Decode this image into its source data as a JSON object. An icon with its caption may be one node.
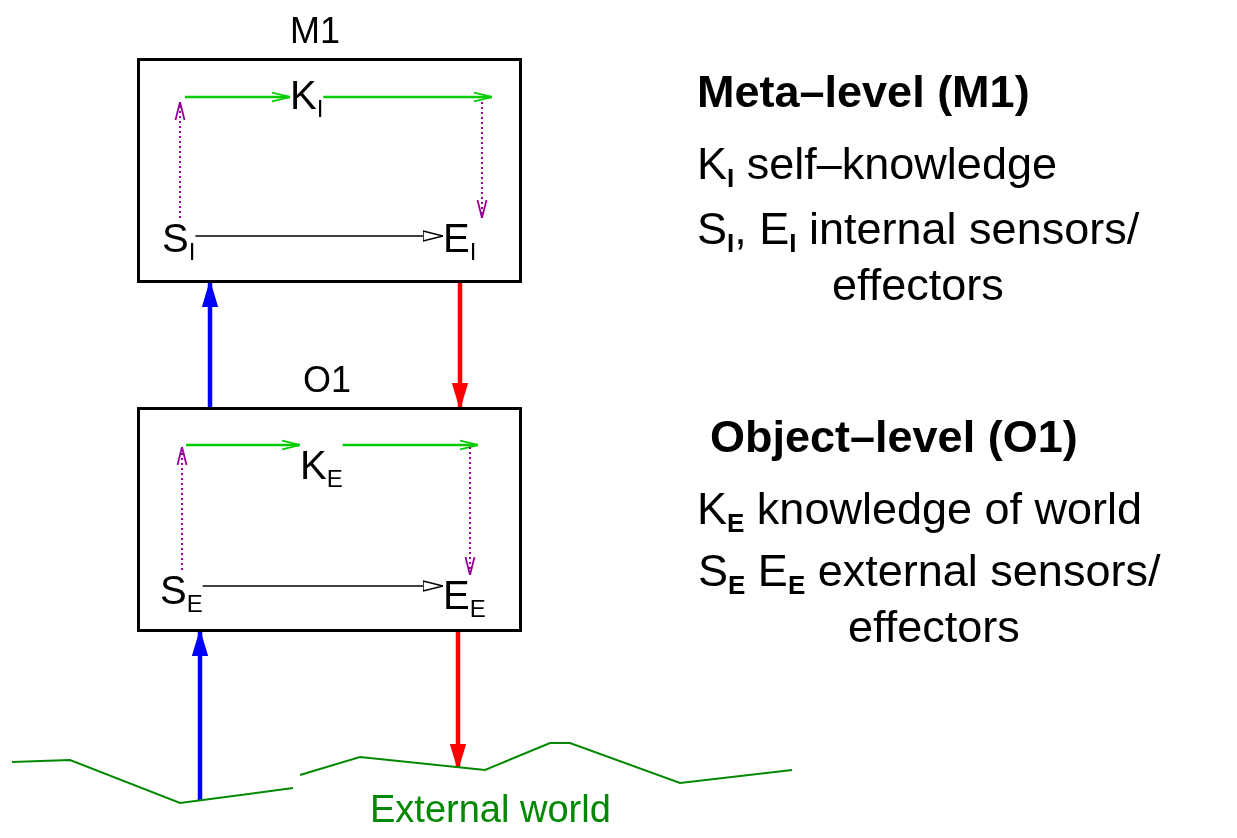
{
  "diagram": {
    "nodes": [
      {
        "text": [
          "M1"
        ]
      },
      {
        "text": [
          "K$_{I}$"
        ],
        "in": 0
      },
      {
        "text": [
          "S$_{I}$"
        ],
        "in": 0
      },
      {
        "text": [
          "E$_{I}$"
        ],
        "in": 0
      },
      {
        "text": [
          "O1"
        ]
      },
      {
        "text": [
          "K$_{E}$"
        ],
        "in": 4
      },
      {
        "text": [
          "S$_{E}$"
        ],
        "in": 4
      },
      {
        "text": [
          "E$_{E}$"
        ],
        "in": 4
      },
      {
        "text": [
          "External world"
        ]
      }
    ],
    "edges": [
      {
        "from": 2,
        "to": null,
        "arrow": "to",
        "style": "dashed",
        "color": "#990099"
      },
      {
        "from": null,
        "to": 1,
        "arrow": "to",
        "color": "#00cc00"
      },
      {
        "from": 1,
        "to": null,
        "arrow": "to",
        "color": "#00cc00"
      },
      {
        "from": null,
        "to": 3,
        "arrow": "to",
        "style": "dashed",
        "color": "#990099"
      },
      {
        "from": 2,
        "to": 3,
        "arrow": "to",
        "color": "#000000"
      },
      {
        "from": 6,
        "to": null,
        "arrow": "to",
        "style": "dashed",
        "color": "#990099"
      },
      {
        "from": null,
        "to": 5,
        "arrow": "to",
        "color": "#00cc00"
      },
      {
        "from": 5,
        "to": null,
        "arrow": "to",
        "color": "#00cc00"
      },
      {
        "from": null,
        "to": 7,
        "arrow": "to",
        "style": "dashed",
        "color": "#990099"
      },
      {
        "from": 6,
        "to": 7,
        "arrow": "to",
        "color": "#000000"
      },
      {
        "from": 4,
        "to": 0,
        "arrow": "to",
        "style": "thick",
        "color": "#0000ff"
      },
      {
        "from": 0,
        "to": 4,
        "arrow": "to",
        "style": "thick",
        "color": "#ff0000"
      },
      {
        "from": 8,
        "to": 4,
        "arrow": "to",
        "style": "thick",
        "color": "#0000ff"
      },
      {
        "from": 4,
        "to": 8,
        "arrow": "to",
        "style": "thick",
        "color": "#ff0000"
      }
    ],
    "labels": [
      "Meta–level (M1)",
      "K$_{I}$ self–knowledge",
      "S$_{I}$, E$_{I}$ internal sensors/ effectors",
      "Object–level (O1)",
      "K$_{E}$  knowledge of world",
      "S$_{E}$ E$_{E}$ external sensors/ effectors"
    ]
  }
}
